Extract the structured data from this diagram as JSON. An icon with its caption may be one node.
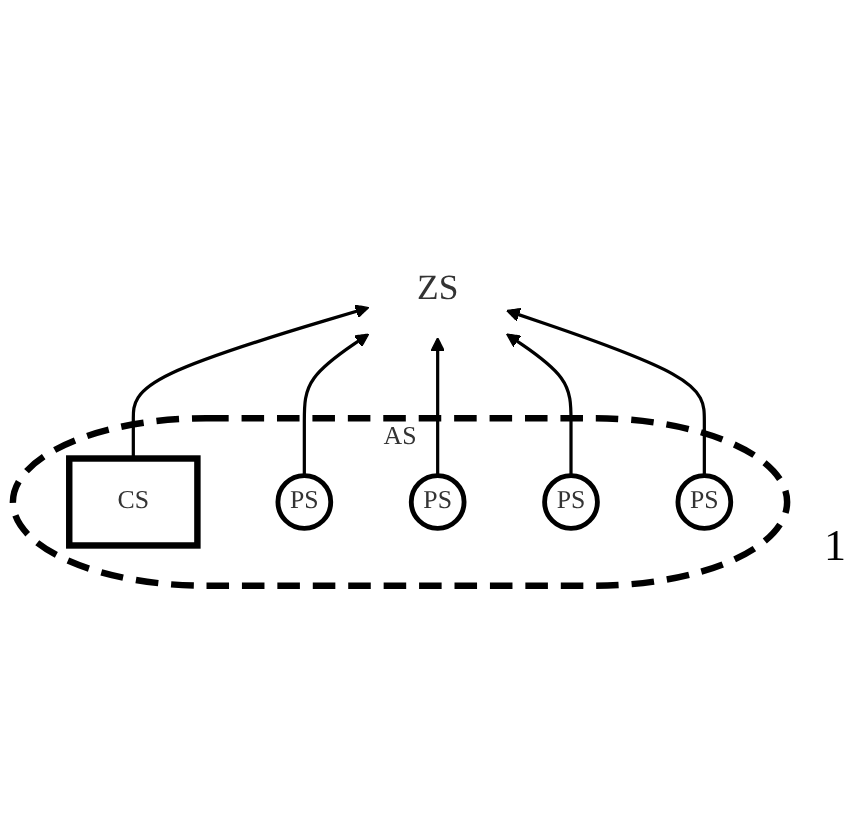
{
  "diagram": {
    "nodes": [
      {
        "text": [
          "ZS"
        ]
      },
      {
        "text": [
          "AS"
        ]
      },
      {
        "text": [
          "CS"
        ],
        "in": 1
      },
      {
        "text": [
          "PS"
        ],
        "in": 1
      },
      {
        "text": [
          "PS"
        ],
        "in": 1
      },
      {
        "text": [
          "PS"
        ],
        "in": 1
      },
      {
        "text": [
          "PS"
        ],
        "in": 1
      }
    ],
    "edges": [
      {
        "from": 2,
        "to": 0,
        "arrow": "to"
      },
      {
        "from": 3,
        "to": 0,
        "arrow": "to"
      },
      {
        "from": 4,
        "to": 0,
        "arrow": "to"
      },
      {
        "from": 5,
        "to": 0,
        "arrow": "to"
      },
      {
        "from": 6,
        "to": 0,
        "arrow": "to"
      }
    ],
    "labels": [
      "1"
    ]
  }
}
